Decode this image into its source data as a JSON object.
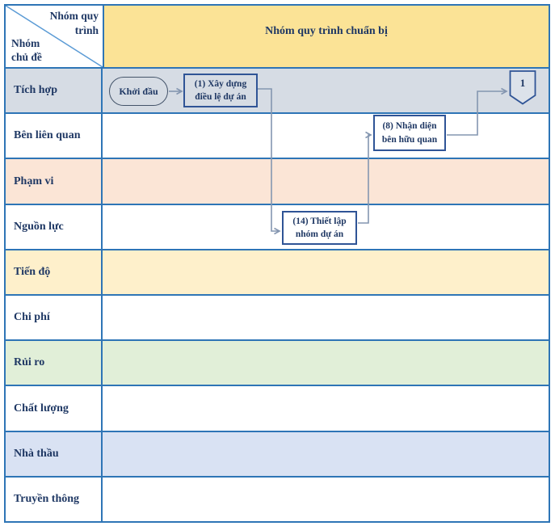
{
  "corner": {
    "process_group": "Nhóm quy trình",
    "topic_group": "Nhóm chủ đề"
  },
  "header": {
    "title": "Nhóm quy trình chuẩn bị"
  },
  "rows": [
    {
      "label": "Tích hợp",
      "color": "#D6DCE4"
    },
    {
      "label": "Bên liên quan",
      "color": "#FFFFFF"
    },
    {
      "label": "Phạm vi",
      "color": "#FBE5D6"
    },
    {
      "label": "Nguồn lực",
      "color": "#FFFFFF"
    },
    {
      "label": "Tiến độ",
      "color": "#FEF0CB"
    },
    {
      "label": "Chi phí",
      "color": "#FFFFFF"
    },
    {
      "label": "Rủi ro",
      "color": "#E1EFD8"
    },
    {
      "label": "Chất lượng",
      "color": "#FFFFFF"
    },
    {
      "label": "Nhà thầu",
      "color": "#D9E2F3"
    },
    {
      "label": "Truyền thông",
      "color": "#FFFFFF"
    }
  ],
  "nodes": {
    "start": {
      "label": "Khởi đầu"
    },
    "build_charter": {
      "label": "(1) Xây dựng điều lệ dự án"
    },
    "identify_stakeholders": {
      "label": "(8) Nhận diện bên hữu quan"
    },
    "establish_team": {
      "label": "(14) Thiết lập nhóm dự án"
    },
    "offpage": {
      "label": "1"
    }
  },
  "colors": {
    "grid": "#2E75B6",
    "diagonal": "#5B9BD5",
    "connector": "#8496B0",
    "node-border": "#2F5496",
    "terminator-border": "#44546A",
    "node-fill-tinted": "#D6DCE4",
    "offpage-fill": "#DCE2EA",
    "header-bg": "#FBE396",
    "text": "#1F3864"
  }
}
